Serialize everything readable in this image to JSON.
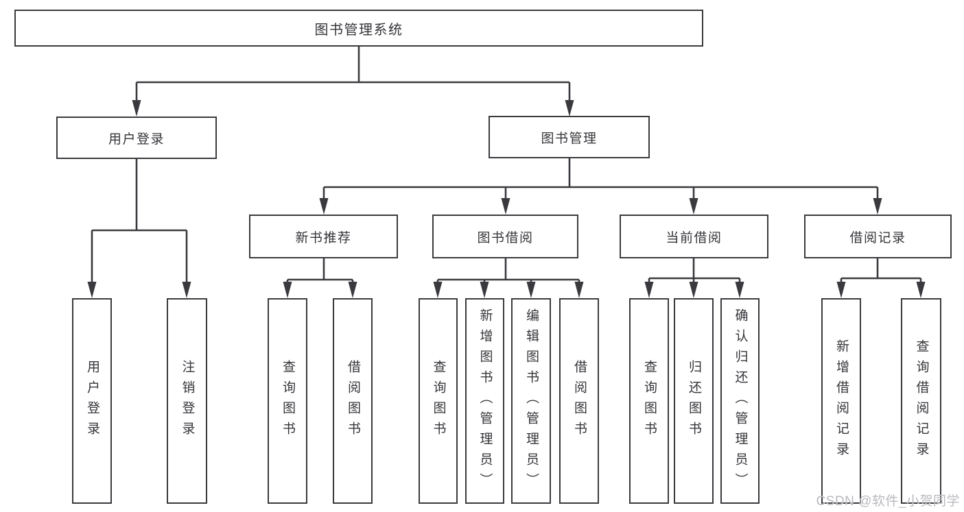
{
  "diagram": {
    "type": "hierarchy-flowchart",
    "title": "图书管理系统",
    "colors": {
      "line": "#3a3a3e",
      "box_border": "#3a3a3e",
      "box_background": "#ffffff",
      "text": "#35353a",
      "watermark": "#b9b9bf",
      "page_background": "#ffffff"
    },
    "root": {
      "label": "图书管理系统"
    },
    "level2": [
      {
        "label": "用户登录"
      },
      {
        "label": "图书管理"
      }
    ],
    "level3": [
      {
        "label": "新书推荐",
        "parent": "图书管理"
      },
      {
        "label": "图书借阅",
        "parent": "图书管理"
      },
      {
        "label": "当前借阅",
        "parent": "图书管理"
      },
      {
        "label": "借阅记录",
        "parent": "图书管理"
      }
    ],
    "leaves": [
      {
        "label": "用户登录",
        "parent": "用户登录"
      },
      {
        "label": "注销登录",
        "parent": "用户登录"
      },
      {
        "label": "查询图书",
        "parent": "新书推荐"
      },
      {
        "label": "借阅图书",
        "parent": "新书推荐"
      },
      {
        "label": "查询图书",
        "parent": "图书借阅"
      },
      {
        "label": "新增图书（管理员）",
        "parent": "图书借阅"
      },
      {
        "label": "编辑图书（管理员）",
        "parent": "图书借阅"
      },
      {
        "label": "借阅图书",
        "parent": "图书借阅"
      },
      {
        "label": "查询图书",
        "parent": "当前借阅"
      },
      {
        "label": "归还图书",
        "parent": "当前借阅"
      },
      {
        "label": "确认归还（管理员）",
        "parent": "当前借阅"
      },
      {
        "label": "新增借阅记录",
        "parent": "借阅记录"
      },
      {
        "label": "查询借阅记录",
        "parent": "借阅记录"
      }
    ],
    "watermark": "CSDN @软件_小贺同学"
  }
}
